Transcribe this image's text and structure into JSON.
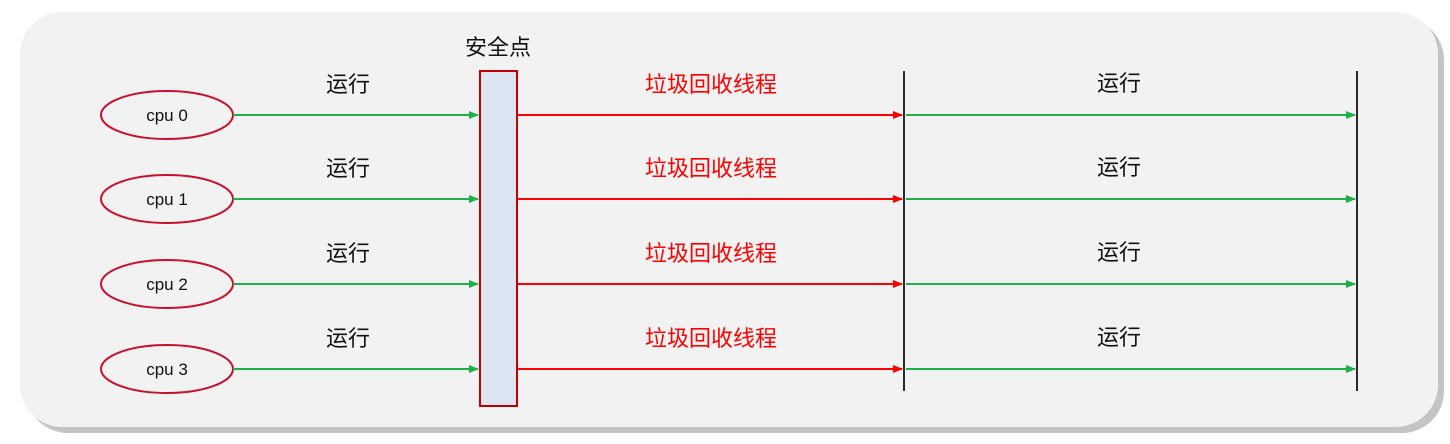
{
  "diagram": {
    "safepoint_label": "安全点",
    "run_label": "运行",
    "gc_label": "垃圾回收线程",
    "cpus": [
      {
        "label": "cpu 0"
      },
      {
        "label": "cpu 1"
      },
      {
        "label": "cpu 2"
      },
      {
        "label": "cpu 3"
      }
    ]
  },
  "colors": {
    "panel_fill": "#f2f2f2",
    "panel_shadow": "#c4c4c4",
    "ellipse_stroke": "#c8102e",
    "run_arrow": "#1fb04a",
    "gc_arrow": "#ff0000",
    "gc_text": "#ff0000",
    "safepoint_fill": "#dce6f2",
    "safepoint_stroke": "#c00000",
    "divider": "#2a2a2a",
    "text": "#111111"
  }
}
